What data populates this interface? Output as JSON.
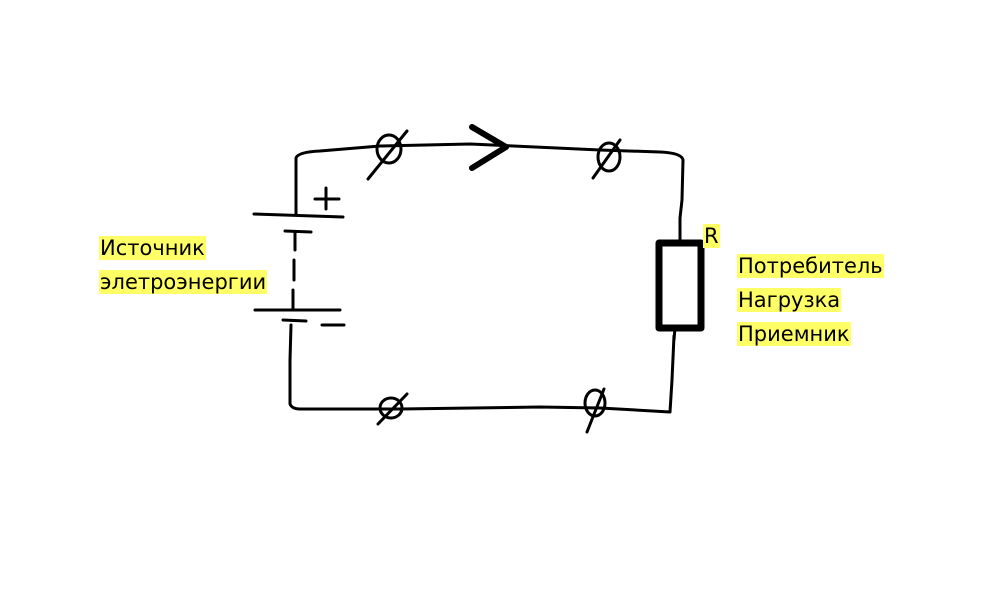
{
  "diagram": {
    "source_label_lines": [
      "Источник",
      "элетроэнергии"
    ],
    "load_label_lines": [
      "Потребитель",
      "Нагрузка",
      "Приемник"
    ],
    "resistor_label": "R",
    "battery_plus": "+",
    "battery_minus": "−",
    "highlight_color": "#ffff66",
    "stroke_color": "#000000"
  }
}
